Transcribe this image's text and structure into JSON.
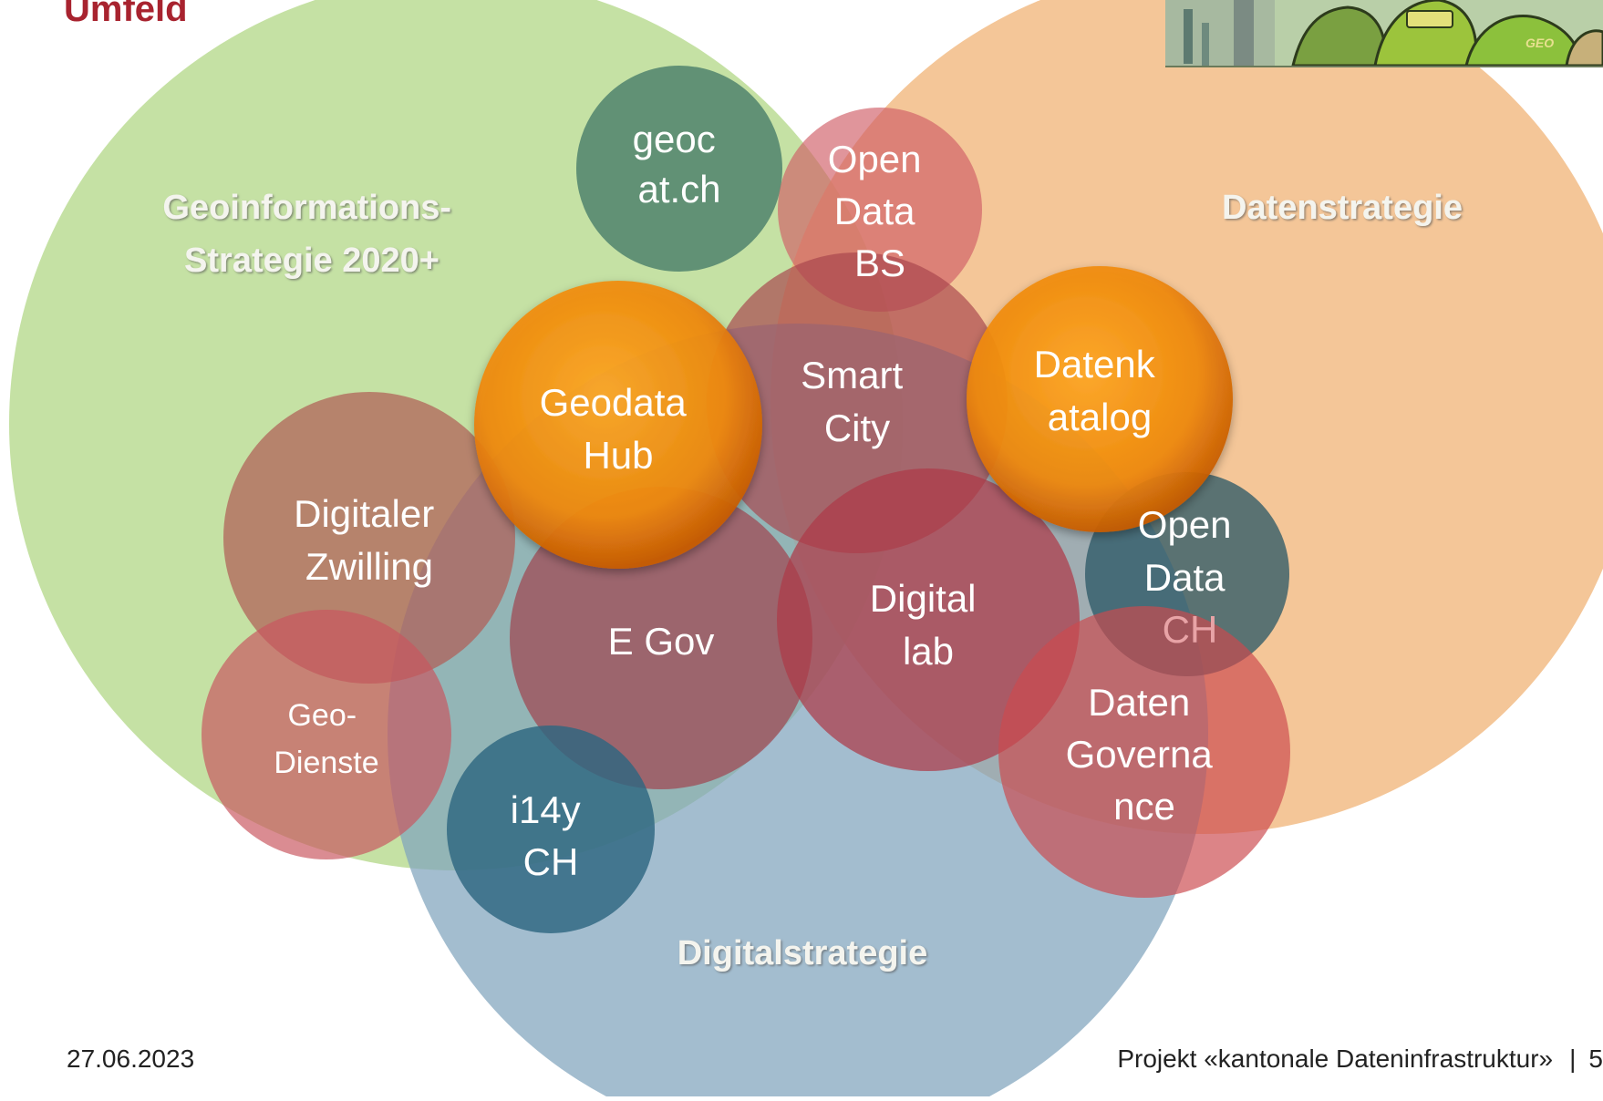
{
  "title": "Umfeld",
  "footer": {
    "date": "27.06.2023",
    "project": "Projekt «kantonale Dateninfrastruktur»",
    "page_separator": "|",
    "page_number": "5"
  },
  "image": {
    "label_green": "GEO"
  },
  "strategies": [
    {
      "id": "geoinformation",
      "lines": [
        "Geoinformations-",
        "Strategie 2020+"
      ],
      "color": "#b5d88a"
    },
    {
      "id": "daten",
      "lines": [
        "Datenstrategie"
      ],
      "color": "#f2b97a"
    },
    {
      "id": "digital",
      "lines": [
        "Digitalstrategie"
      ],
      "color": "#8fafc4"
    }
  ],
  "nodes": [
    {
      "id": "geocat",
      "lines": [
        "geoc",
        "at.ch"
      ],
      "color": "#4f8074"
    },
    {
      "id": "open-data-bs",
      "lines": [
        "Open",
        "Data",
        "BS"
      ],
      "color": "#d36b6b"
    },
    {
      "id": "smart-city",
      "lines": [
        "Smart",
        "City"
      ],
      "color": "#b0524f"
    },
    {
      "id": "geodata-hub",
      "lines": [
        "Geodata",
        "Hub"
      ],
      "color": "#f39110"
    },
    {
      "id": "datenkatalog",
      "lines": [
        "Datenk",
        "atalog"
      ],
      "color": "#f39110"
    },
    {
      "id": "digitaler-zwilling",
      "lines": [
        "Digitaler",
        "Zwilling"
      ],
      "color": "#b86a56"
    },
    {
      "id": "e-gov",
      "lines": [
        "E Gov"
      ],
      "color": "#a85558"
    },
    {
      "id": "digital-lab",
      "lines": [
        "Digital",
        "lab"
      ],
      "color": "#b1434f"
    },
    {
      "id": "open-data-ch",
      "lines": [
        "Open",
        "Data",
        "CH"
      ],
      "color": "#3f6470"
    },
    {
      "id": "geo-dienste",
      "lines": [
        "Geo-",
        "Dienste"
      ],
      "color": "#c86e6e"
    },
    {
      "id": "i14y-ch",
      "lines": [
        "i14y",
        "CH"
      ],
      "color": "#3c6d84"
    },
    {
      "id": "daten-governance",
      "lines": [
        "Daten",
        "Governa",
        "nce"
      ],
      "color": "#cf5050"
    }
  ]
}
